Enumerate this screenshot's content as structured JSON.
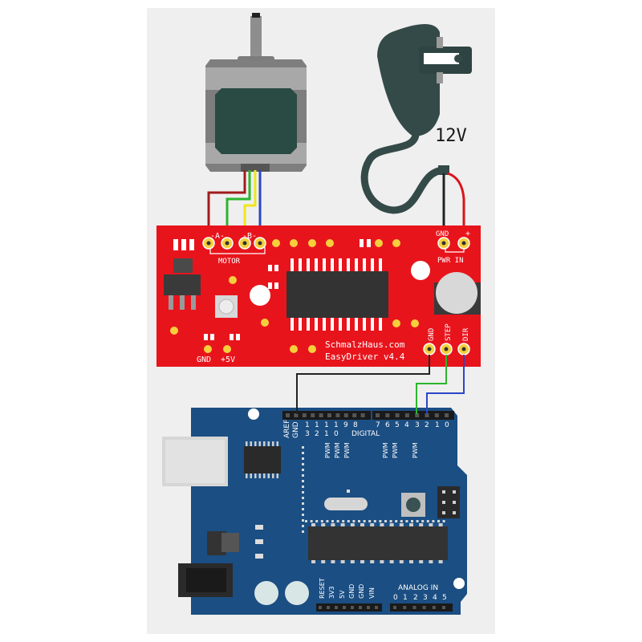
{
  "power_supply": {
    "voltage_label": "12V"
  },
  "easydriver": {
    "motor_pins": {
      "a_label": "-A-",
      "b_label": "-B-",
      "group_label": "MOTOR"
    },
    "power_pins": {
      "gnd_label": "GND",
      "plus_label": "+",
      "group_label": "PWR IN"
    },
    "control_pins": {
      "gnd_label": "GND",
      "step_label": "STEP",
      "dir_label": "DIR"
    },
    "bottom_pins": {
      "gnd_label": "GND",
      "v5_label": "+5V"
    },
    "credit": "SchmalzHaus.com",
    "version": "EasyDriver v4.4"
  },
  "arduino": {
    "header_top_left": [
      "AREF",
      "GND"
    ],
    "pin_tens": [
      "1",
      "1",
      "1",
      "1"
    ],
    "pin_units": [
      "3",
      "2",
      "1",
      "0"
    ],
    "pin_single_a": [
      "9",
      "8"
    ],
    "pin_single_b": [
      "7",
      "6",
      "5",
      "4",
      "3",
      "2",
      "1",
      "0"
    ],
    "digital_label": "DIGITAL",
    "pwm_label": "PWM",
    "power_header": [
      "RESET",
      "3V3",
      "5V",
      "GND",
      "GND",
      "VIN"
    ],
    "analog_label": "ANALOG IN",
    "analog_pins": [
      "0",
      "1",
      "2",
      "3",
      "4",
      "5"
    ]
  },
  "colors": {
    "driver_red": "#e8141c",
    "arduino_blue": "#1b4e82",
    "wire_black": "#222222",
    "wire_green": "#2db52d",
    "wire_blue": "#2b46c8",
    "wire_red": "#d8141c",
    "wire_yellow": "#f0e61c",
    "wire_dark_red": "#a01c1c"
  }
}
